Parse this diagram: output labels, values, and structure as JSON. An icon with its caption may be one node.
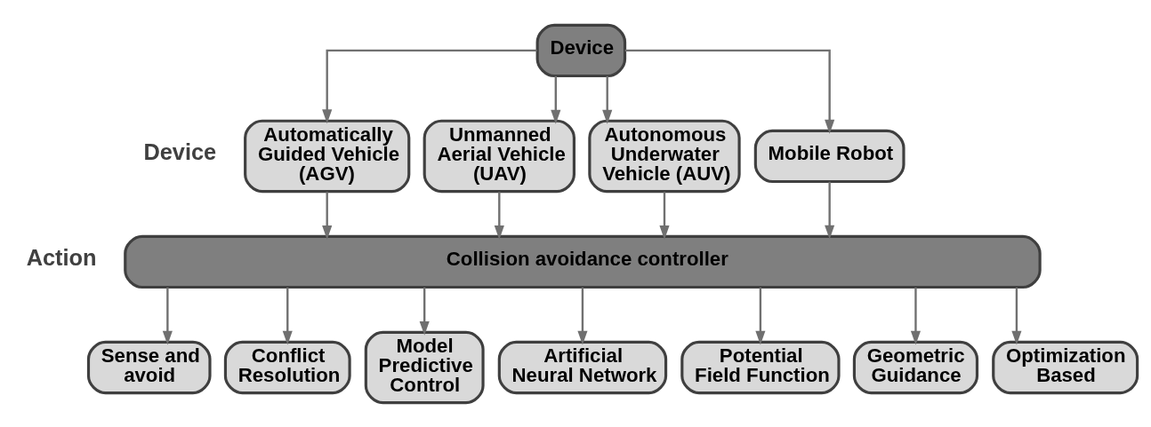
{
  "diagram": {
    "nodes": [
      {
        "text": [
          "Device"
        ]
      },
      {
        "text": [
          "Automatically Guided Vehicle (AGV)"
        ]
      },
      {
        "text": [
          "Unmanned Aerial Vehicle (UAV)"
        ]
      },
      {
        "text": [
          "Autonomous Underwater Vehicle (AUV)"
        ]
      },
      {
        "text": [
          "Mobile Robot"
        ]
      },
      {
        "text": [
          "Collision avoidance controller"
        ]
      },
      {
        "text": [
          "Sense and avoid"
        ]
      },
      {
        "text": [
          "Conflict Resolution"
        ]
      },
      {
        "text": [
          "Model Predictive Control"
        ]
      },
      {
        "text": [
          "Artificial Neural Network"
        ]
      },
      {
        "text": [
          "Potential Field Function"
        ]
      },
      {
        "text": [
          "Geometric Guidance"
        ]
      },
      {
        "text": [
          "Optimization Based"
        ]
      }
    ],
    "edges": [
      {
        "from": 0,
        "to": 1,
        "arrow": "to"
      },
      {
        "from": 0,
        "to": 2,
        "arrow": "to"
      },
      {
        "from": 0,
        "to": 3,
        "arrow": "to"
      },
      {
        "from": 0,
        "to": 4,
        "arrow": "to"
      },
      {
        "from": 1,
        "to": 5,
        "arrow": "to"
      },
      {
        "from": 2,
        "to": 5,
        "arrow": "to"
      },
      {
        "from": 3,
        "to": 5,
        "arrow": "to"
      },
      {
        "from": 4,
        "to": 5,
        "arrow": "to"
      },
      {
        "from": 5,
        "to": 6,
        "arrow": "to"
      },
      {
        "from": 5,
        "to": 7,
        "arrow": "to"
      },
      {
        "from": 5,
        "to": 8,
        "arrow": "to"
      },
      {
        "from": 5,
        "to": 9,
        "arrow": "to"
      },
      {
        "from": 5,
        "to": 10,
        "arrow": "to"
      },
      {
        "from": 5,
        "to": 11,
        "arrow": "to"
      },
      {
        "from": 5,
        "to": 12,
        "arrow": "to"
      }
    ],
    "labels": [
      "Device",
      "Action"
    ]
  }
}
